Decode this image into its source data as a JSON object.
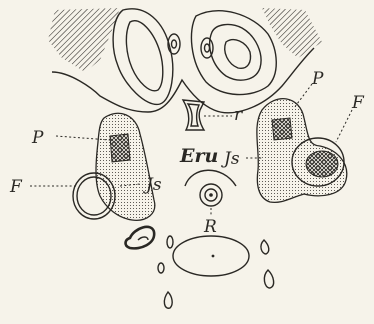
{
  "figure": {
    "labels": {
      "P_left": "P",
      "F_left": "F",
      "Js_left": "Js",
      "r": "r",
      "Eru": "Eru",
      "Js_right": "Js",
      "P_right": "P",
      "F_right": "F",
      "R": "R"
    },
    "colors": {
      "paper": "#f6f3ea",
      "ink": "#2a2824"
    }
  }
}
